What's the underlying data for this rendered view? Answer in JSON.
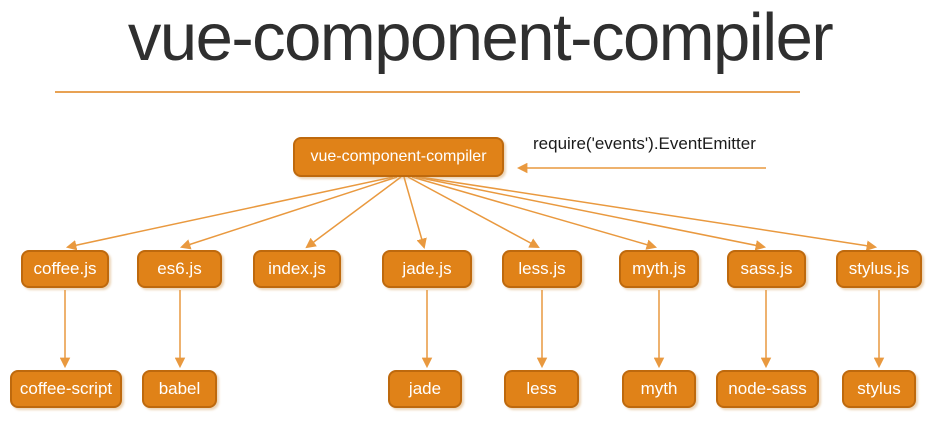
{
  "title": "vue-component-compiler",
  "annotation": "require('events').EventEmitter",
  "colors": {
    "title_color": "#2f2f2f",
    "node_fill": "#E08218",
    "node_border": "#BE690D",
    "node_text": "#FFFFFF",
    "arrow": "#E9993F",
    "underline": "#E8A254",
    "background": "#FFFFFF"
  },
  "tree": {
    "root": "vue-component-compiler",
    "middle": [
      "coffee.js",
      "es6.js",
      "index.js",
      "jade.js",
      "less.js",
      "myth.js",
      "sass.js",
      "stylus.js"
    ],
    "bottom": [
      "coffee-script",
      "babel",
      "jade",
      "less",
      "myth",
      "node-sass",
      "stylus"
    ]
  },
  "edges": {
    "root_to": [
      "coffee.js",
      "es6.js",
      "index.js",
      "jade.js",
      "less.js",
      "myth.js",
      "sass.js",
      "stylus.js"
    ],
    "loader_to_dependency": {
      "coffee.js": "coffee-script",
      "es6.js": "babel",
      "jade.js": "jade",
      "less.js": "less",
      "myth.js": "myth",
      "sass.js": "node-sass",
      "stylus.js": "stylus"
    },
    "annotation_arrow_target": "vue-component-compiler"
  }
}
